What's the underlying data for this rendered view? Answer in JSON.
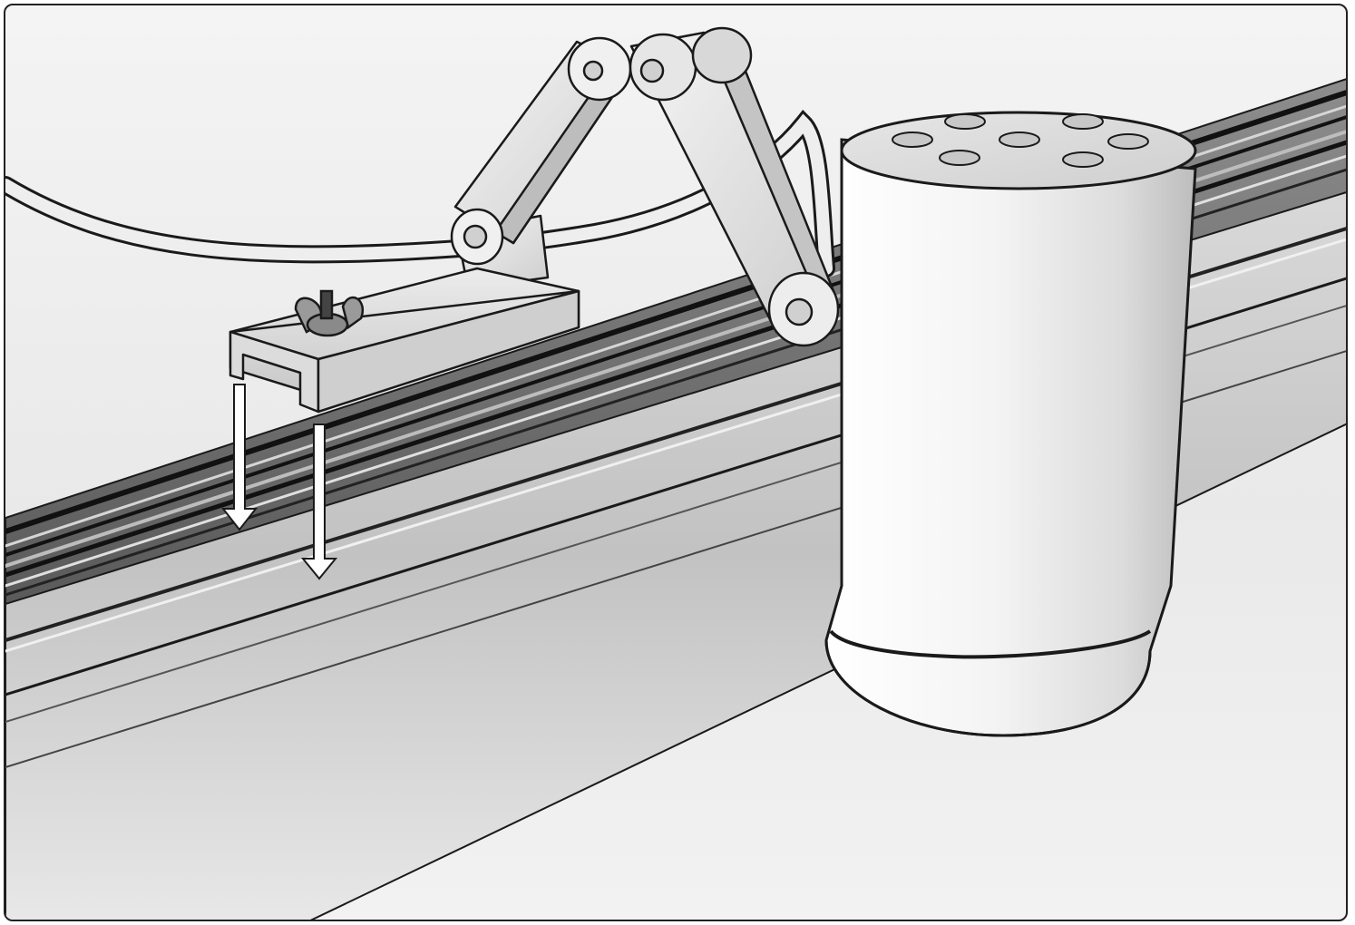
{
  "figure": {
    "components": [
      {
        "id": "rail",
        "icon": "track-rail-icon"
      },
      {
        "id": "clamp",
        "icon": "mounting-clamp-icon"
      },
      {
        "id": "wing-nut",
        "icon": "wing-nut-icon"
      },
      {
        "id": "arm",
        "icon": "articulated-arm-icon"
      },
      {
        "id": "cable",
        "icon": "power-cable-icon"
      },
      {
        "id": "spotlight",
        "icon": "cylinder-spotlight-icon"
      }
    ],
    "annotations": [
      {
        "id": "insert-arrow-1",
        "icon": "down-arrow-icon"
      },
      {
        "id": "insert-arrow-2",
        "icon": "down-arrow-icon"
      }
    ],
    "colors": {
      "line": "#1a1a1a",
      "metal_light": "#f2f2f2",
      "metal_mid": "#cfcfcf",
      "metal_dark": "#8a8a8a",
      "groove": "#111111"
    }
  }
}
